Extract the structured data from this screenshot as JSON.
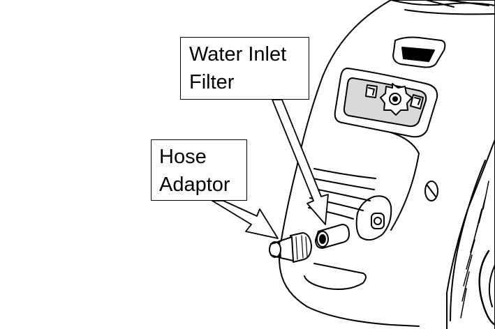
{
  "callouts": {
    "water_inlet_filter": {
      "line1": "Water Inlet",
      "line2": "Filter"
    },
    "hose_adaptor": {
      "line1": "Hose",
      "line2": "Adaptor"
    }
  },
  "colors": {
    "ink": "#000000",
    "paper": "#ffffff",
    "panel_shade": "#d9d9d9"
  }
}
